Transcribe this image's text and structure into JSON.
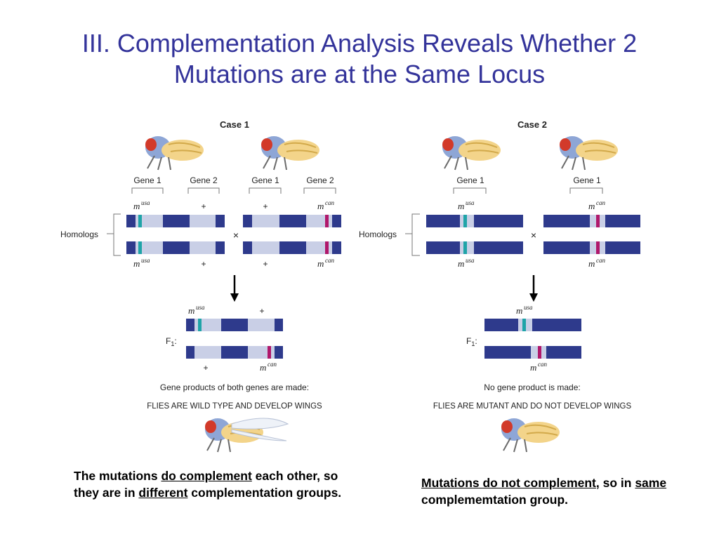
{
  "title_line1": "III. Complementation Analysis Reveals Whether 2",
  "title_line2": "Mutations are at the Same Locus",
  "case1": {
    "heading": "Case 1",
    "gene1": "Gene 1",
    "gene2": "Gene 2",
    "gene1b": "Gene 1",
    "gene2b": "Gene 2",
    "homologs": "Homologs",
    "cross": "×",
    "m": "m",
    "usa": "usa",
    "can": "can",
    "plus": "+",
    "f1": "F",
    "f1sub": "1",
    "f1colon": ":",
    "result1": "Gene products of both genes are made:",
    "result2": "FLIES ARE WILD TYPE AND DEVELOP WINGS"
  },
  "case2": {
    "heading": "Case 2",
    "gene1": "Gene 1",
    "gene1b": "Gene 1",
    "homologs": "Homologs",
    "cross": "×",
    "m": "m",
    "usa": "usa",
    "can": "can",
    "f1": "F",
    "f1sub": "1",
    "f1colon": ":",
    "result1": "No gene product is made:",
    "result2": "FLIES ARE MUTANT AND DO NOT DEVELOP WINGS"
  },
  "caption_left": {
    "p1": "The mutations ",
    "u1": "do complement",
    "p2": " each other, so they are in ",
    "u2": "different",
    "p3": " complementation groups."
  },
  "caption_right": {
    "u1": "Mutations do not complement",
    "p1": ", so in ",
    "u2": "same",
    "p2": " complememtation group."
  },
  "colors": {
    "title": "#33339a",
    "chrom_dark": "#2e3a8c",
    "chrom_light": "#c9cfe6",
    "usa_mark": "#1fa4a8",
    "can_mark": "#b0186b"
  }
}
